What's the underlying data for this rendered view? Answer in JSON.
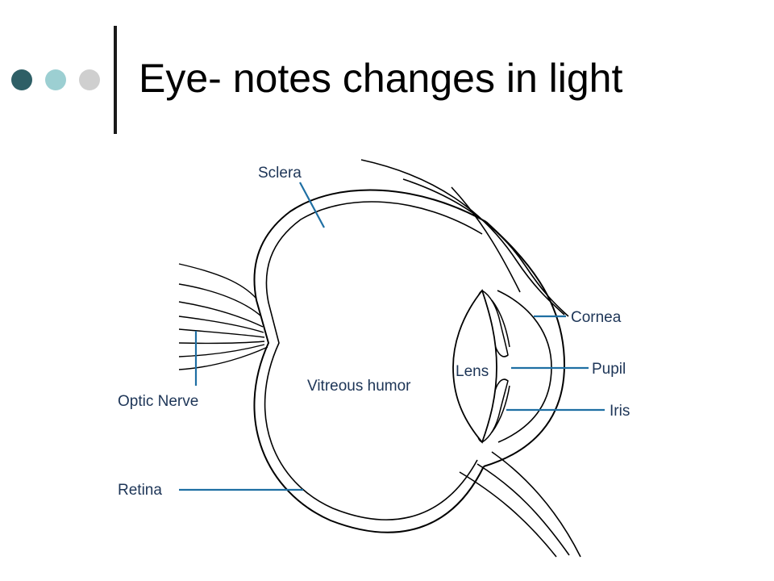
{
  "title": "Eye- notes changes in light",
  "colors": {
    "dot_dark": "#2e5f66",
    "dot_mid": "#9ccfd2",
    "dot_light": "#cfcfcf",
    "leader_line": "#1f6fa3",
    "label_text": "#1d3557",
    "outline": "#000000"
  },
  "decor": {
    "dots": [
      "dot_dark",
      "dot_mid",
      "dot_light"
    ]
  },
  "diagram": {
    "labels": {
      "sclera": "Sclera",
      "cornea": "Cornea",
      "pupil": "Pupil",
      "iris": "Iris",
      "lens": "Lens",
      "vitreous": "Vitreous humor",
      "optic_nerve": "Optic Nerve",
      "retina": "Retina"
    }
  }
}
